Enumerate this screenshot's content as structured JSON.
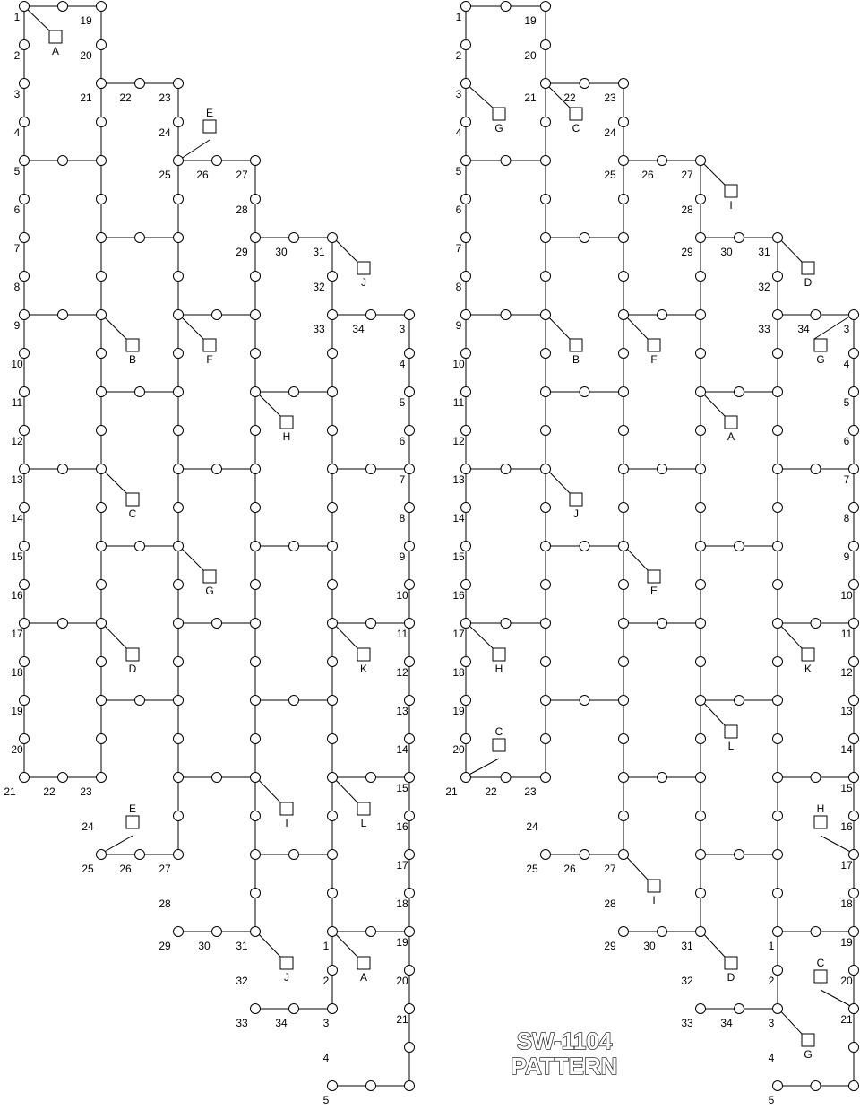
{
  "title": {
    "line1": "SW-1104",
    "line2": "PATTERN"
  },
  "row_labels_left_panel": [
    "1",
    "2",
    "3",
    "4",
    "5",
    "6",
    "7",
    "8",
    "9",
    "10",
    "11",
    "12",
    "13",
    "14",
    "15",
    "16",
    "17",
    "18",
    "19",
    "20",
    "21",
    "22",
    "23",
    "24",
    "25",
    "26",
    "27",
    "28",
    "29",
    "30",
    "31",
    "32",
    "33",
    "34"
  ],
  "row_labels_right_panel": [
    "1",
    "2",
    "3",
    "4",
    "5",
    "6",
    "7",
    "8",
    "9",
    "10",
    "11",
    "12",
    "13",
    "14",
    "15",
    "16",
    "17",
    "18",
    "19",
    "20",
    "21",
    "22",
    "23",
    "24",
    "25",
    "26",
    "27",
    "28",
    "29",
    "30",
    "31",
    "32",
    "33",
    "34"
  ],
  "marker_letters": [
    "A",
    "B",
    "C",
    "D",
    "E",
    "F",
    "G",
    "H",
    "I",
    "J",
    "K",
    "L"
  ]
}
